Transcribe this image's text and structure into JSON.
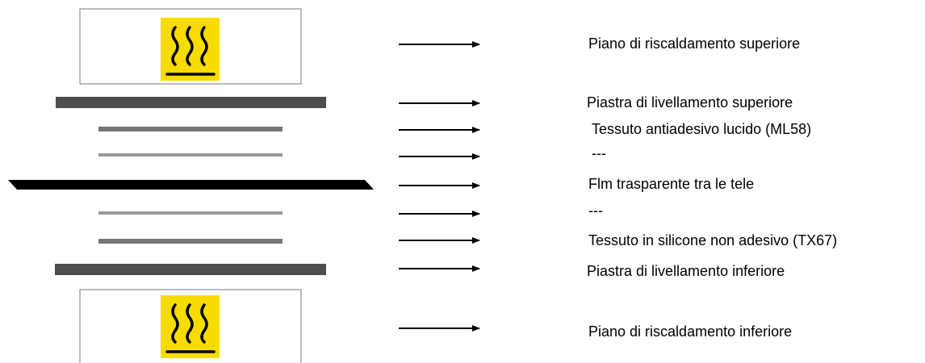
{
  "labels": {
    "top_heating_plate": "Piano di riscaldamento superiore",
    "top_leveling_plate": "Piastra di livellamento superiore",
    "glossy_release_fabric": "Tessuto antiadesivo lucido (ML58)",
    "dash_upper": "---",
    "transparent_film": "Flm trasparente tra le tele",
    "dash_lower": "---",
    "silicone_fabric": "Tessuto in silicone non adesivo (TX67)",
    "bottom_leveling_plate": "Piastra di livellamento inferiore",
    "bottom_heating_plate": "Piano di riscaldamento inferiore"
  },
  "icons": {
    "heat_warning": "hot-surface-warning-icon"
  },
  "colors": {
    "warning_yellow": "#f7dc00",
    "plate_dark": "#4d4d4d",
    "fabric_mid": "#777777",
    "fabric_light": "#9a9a9a",
    "film_black": "#000000",
    "box_border": "#7a7a7a"
  }
}
